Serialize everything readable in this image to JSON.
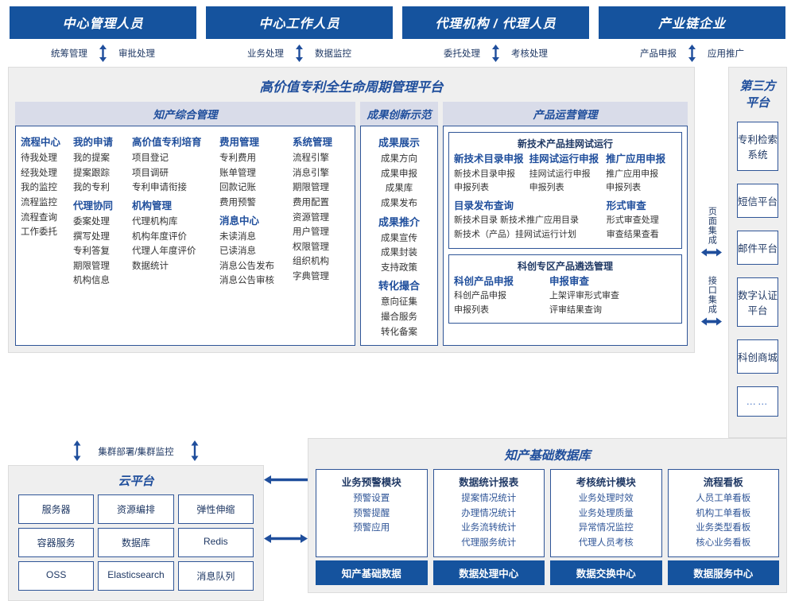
{
  "actors": [
    {
      "title": "中心管理人员",
      "actions": [
        "统筹管理",
        "审批处理"
      ]
    },
    {
      "title": "中心工作人员",
      "actions": [
        "业务处理",
        "数据监控"
      ]
    },
    {
      "title": "代理机构 / 代理人员",
      "actions": [
        "委托处理",
        "考核处理"
      ]
    },
    {
      "title": "产业链企业",
      "actions": [
        "产品申报",
        "应用推广"
      ]
    }
  ],
  "platform": {
    "title": "高价值专利全生命周期管理平台",
    "panels": {
      "comprehensive": {
        "title": "知产综合管理",
        "columns": [
          {
            "groups": [
              {
                "title": "流程中心",
                "items": [
                  "待我处理",
                  "经我处理",
                  "我的监控",
                  "流程监控",
                  "流程查询",
                  "工作委托"
                ]
              }
            ]
          },
          {
            "groups": [
              {
                "title": "我的申请",
                "items": [
                  "我的提案",
                  "提案跟踪",
                  "我的专利"
                ]
              },
              {
                "title": "代理协同",
                "items": [
                  "委案处理",
                  "撰写处理",
                  "专利答复",
                  "期限管理",
                  "机构信息"
                ]
              }
            ]
          },
          {
            "groups": [
              {
                "title": "高价值专利培育",
                "items": [
                  "项目登记",
                  "项目调研",
                  "专利申请衔接"
                ]
              },
              {
                "title": "机构管理",
                "items": [
                  "代理机构库",
                  "机构年度评价",
                  "代理人年度评价",
                  "数据统计"
                ]
              }
            ]
          },
          {
            "groups": [
              {
                "title": "费用管理",
                "items": [
                  "专利费用",
                  "账单管理",
                  "回款记账",
                  "费用预警"
                ]
              },
              {
                "title": "消息中心",
                "items": [
                  "未读消息",
                  "已读消息",
                  "消息公告发布",
                  "消息公告审核"
                ]
              }
            ]
          },
          {
            "groups": [
              {
                "title": "系统管理",
                "items": [
                  "流程引擎",
                  "消息引擎",
                  "期限管理",
                  "费用配置",
                  "资源管理",
                  "用户管理",
                  "权限管理",
                  "组织机构",
                  "字典管理"
                ]
              }
            ]
          }
        ]
      },
      "achievement": {
        "title": "成果创新示范",
        "groups": [
          {
            "title": "成果展示",
            "items": [
              "成果方向",
              "成果申报",
              "成果库",
              "成果发布"
            ]
          },
          {
            "title": "成果推介",
            "items": [
              "成果宣传",
              "成果封装",
              "支持政策"
            ]
          },
          {
            "title": "转化撮合",
            "items": [
              "意向征集",
              "撮合服务",
              "转化备案"
            ]
          }
        ]
      },
      "operation": {
        "title": "产品运营管理",
        "boxes": [
          {
            "title": "新技术产品挂网试运行",
            "row1": [
              {
                "head": "新技术目录申报",
                "items": [
                  "新技术目录申报",
                  "申报列表"
                ]
              },
              {
                "head": "挂网试运行申报",
                "items": [
                  "挂网试运行申报",
                  "申报列表"
                ]
              },
              {
                "head": "推广应用申报",
                "items": [
                  "推广应用申报",
                  "申报列表"
                ]
              }
            ],
            "row2_left": {
              "head": "目录发布查询",
              "items": [
                "新技术目录     新技术推广应用目录",
                "新技术（产品）挂网试运行计划"
              ]
            },
            "row2_right": {
              "head": "形式审查",
              "items": [
                "形式审查处理",
                "审查结果查看"
              ]
            }
          },
          {
            "title": "科创专区产品遴选管理",
            "cols": [
              {
                "head": "科创产品申报",
                "items": [
                  "科创产品申报",
                  "申报列表"
                ]
              },
              {
                "head": "申报审查",
                "items": [
                  "上架评审形式审查",
                  "评审结果查询"
                ]
              }
            ]
          }
        ]
      }
    }
  },
  "integration": [
    "页面集成",
    "接口集成"
  ],
  "third_party": {
    "title": "第三方平台",
    "items": [
      "专利检索系统",
      "短信平台",
      "邮件平台",
      "数字认证平台",
      "科创商城",
      "……"
    ]
  },
  "cloud": {
    "connector_label": "集群部署/集群监控",
    "title": "云平台",
    "items": [
      "服务器",
      "资源编排",
      "弹性伸缩",
      "容器服务",
      "数据库",
      "Redis",
      "OSS",
      "Elasticsearch",
      "消息队列"
    ]
  },
  "database": {
    "title": "知产基础数据库",
    "columns": [
      {
        "head": "业务预警模块",
        "items": [
          "预警设置",
          "预警提醒",
          "预警应用"
        ],
        "footer": "知产基础数据"
      },
      {
        "head": "数据统计报表",
        "items": [
          "提案情况统计",
          "办理情况统计",
          "业务流转统计",
          "代理服务统计"
        ],
        "footer": "数据处理中心"
      },
      {
        "head": "考核统计模块",
        "items": [
          "业务处理时效",
          "业务处理质量",
          "异常情况监控",
          "代理人员考核"
        ],
        "footer": "数据交换中心"
      },
      {
        "head": "流程看板",
        "items": [
          "人员工单看板",
          "机构工单看板",
          "业务类型看板",
          "核心业务看板"
        ],
        "footer": "数据服务中心"
      }
    ]
  },
  "colors": {
    "header_blue": "#15539E",
    "accent_blue": "#1F4E9C",
    "panel_head": "#D9DCE9",
    "border_blue": "#2F5597",
    "page_gray": "#EFEFEF"
  }
}
